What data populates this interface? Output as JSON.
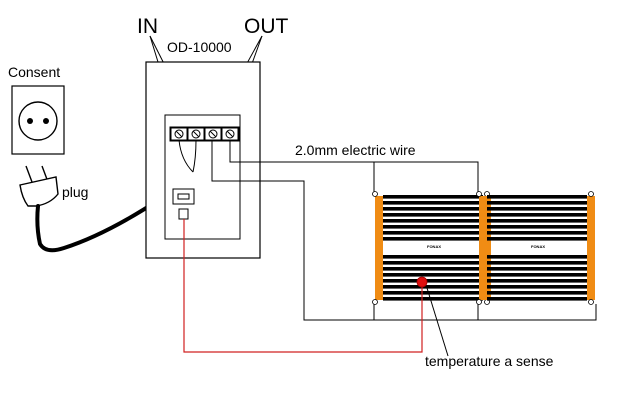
{
  "labels": {
    "in": "IN",
    "out": "OUT",
    "model": "OD-10000",
    "consent": "Consent",
    "plug": "plug",
    "wire": "2.0mm  electric wire",
    "sensor": "temperature a sense"
  },
  "panels": [
    {
      "brand": "FONAX"
    },
    {
      "brand": "FONAX"
    }
  ],
  "colors": {
    "line": "#000000",
    "sensor_wire": "#d02020",
    "sensor_bulb": "#e01010",
    "electrode": "#f08c14",
    "heating_strip": "#000000"
  }
}
